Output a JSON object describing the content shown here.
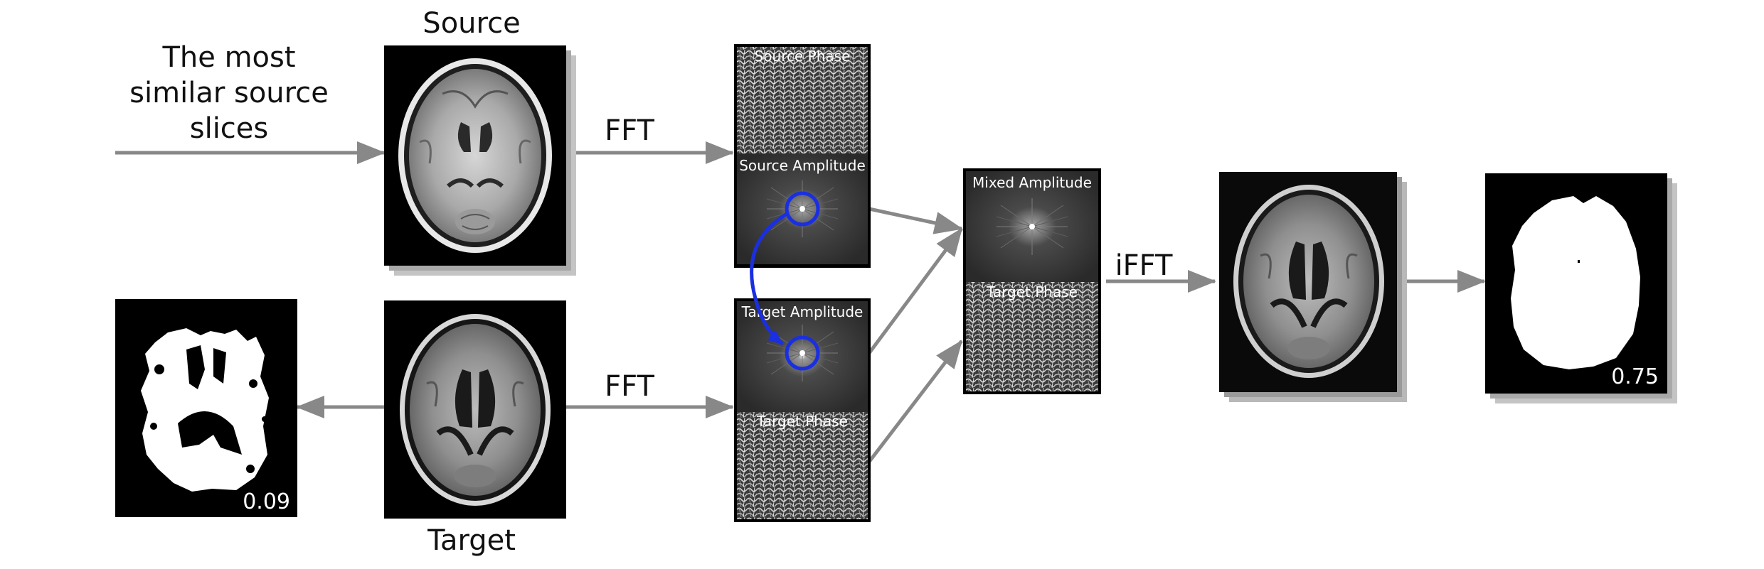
{
  "labels": {
    "source": "Source",
    "target": "Target",
    "intro_line1": "The most",
    "intro_line2": "similar source",
    "intro_line3": "slices",
    "fft_top": "FFT",
    "fft_bottom": "FFT",
    "ifft": "iFFT"
  },
  "panels": {
    "source_phase": "Source Phase",
    "source_amplitude": "Source Amplitude",
    "target_amplitude": "Target Amplitude",
    "target_phase_left": "Target Phase",
    "mixed_amplitude": "Mixed Amplitude",
    "target_phase_mixed": "Target Phase"
  },
  "scores": {
    "target_mask": "0.09",
    "result_mask": "0.75"
  },
  "colors": {
    "arrow": "#888888",
    "highlight": "#1a2fe0",
    "frame": "#000000"
  },
  "icons": {
    "source_image": "brain-mri-axial",
    "target_image": "brain-mri-axial",
    "result_image": "brain-mri-axial",
    "masks": "segmentation-mask"
  }
}
